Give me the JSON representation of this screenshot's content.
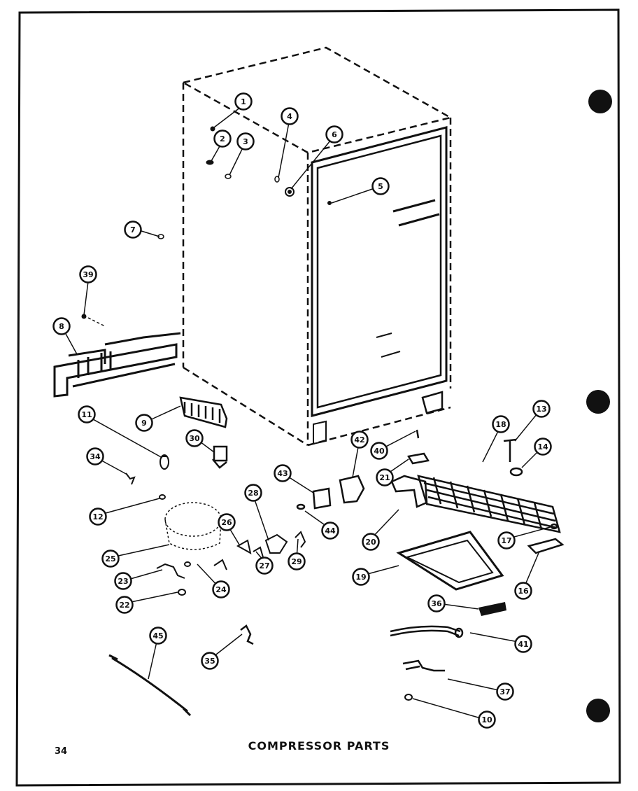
{
  "caption": "COMPRESSOR PARTS",
  "page_number": "34",
  "callouts": [
    "1",
    "2",
    "3",
    "4",
    "5",
    "6",
    "7",
    "39",
    "8",
    "9",
    "11",
    "30",
    "34",
    "12",
    "25",
    "26",
    "28",
    "27",
    "43",
    "29",
    "44",
    "42",
    "40",
    "21",
    "20",
    "19",
    "18",
    "13",
    "14",
    "17",
    "16",
    "36",
    "41",
    "37",
    "10",
    "23",
    "24",
    "22",
    "45",
    "35"
  ],
  "colors": {
    "ink": "#111111",
    "paper": "#ffffff"
  }
}
